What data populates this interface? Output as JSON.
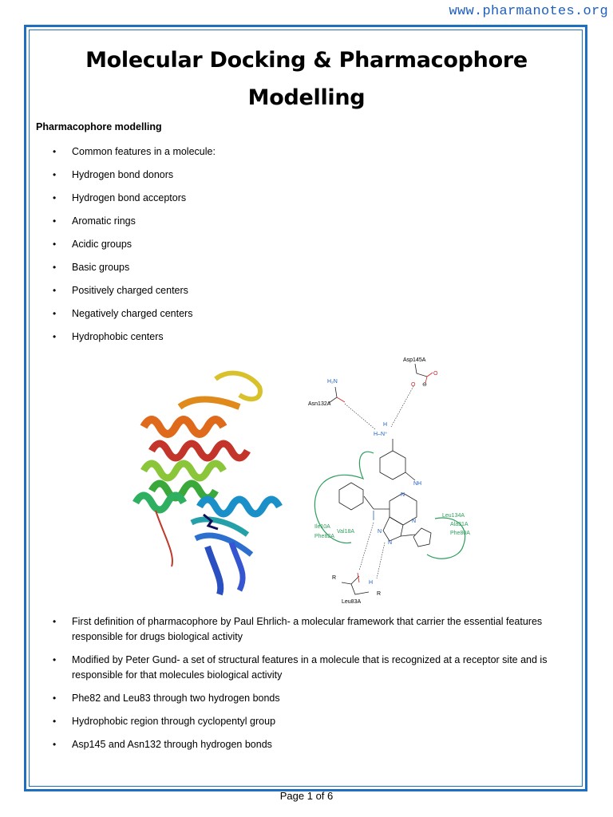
{
  "site_url": "www.pharmanotes.org",
  "title_line1": "Molecular Docking & Pharmacophore",
  "title_line2": "Modelling",
  "section_heading": "Pharmacophore modelling",
  "features": [
    "Common features in a molecule:",
    "Hydrogen bond donors",
    "Hydrogen bond acceptors",
    "Aromatic rings",
    "Acidic groups",
    "Basic groups",
    "Positively charged centers",
    "Negatively charged centers",
    "Hydrophobic centers"
  ],
  "figure_labels": {
    "asp145": "Asp145A",
    "asn132": "Asn132A",
    "nh2": "H₂N",
    "o": "O",
    "ominus": "O",
    "theta": "⊖",
    "nh_top": "H",
    "nh_h": "H–N⁺",
    "nh": "NH",
    "n1": "N",
    "n2": "N",
    "n3": "N",
    "n4": "N",
    "ile10": "Ile10A",
    "phe82": "Phe82A",
    "val18": "Val18A",
    "leu134": "Leu134A",
    "ala31": "Ala31A",
    "phe80": "Phe80A",
    "r1": "R",
    "r2": "R",
    "leu83": "Leu83A",
    "h_n_bottom": "H",
    "o_bottom": "O"
  },
  "notes": [
    "First definition of pharmacophore by Paul Ehrlich- a molecular framework that carrier the essential features responsible for drugs biological activity",
    "Modified by Peter Gund- a set of structural features in a molecule that is recognized at a receptor site and is responsible for that molecules biological activity",
    "Phe82 and Leu83 through two hydrogen bonds",
    "Hydrophobic region through cyclopentyl group",
    "Asp145 and Asn132 through hydrogen bonds"
  ],
  "page_number": "Page 1 of 6",
  "colors": {
    "frame": "#1f6fc0",
    "url": "#1f5fbf",
    "residue_green": "#2e9e5b",
    "red": "#d62020"
  }
}
